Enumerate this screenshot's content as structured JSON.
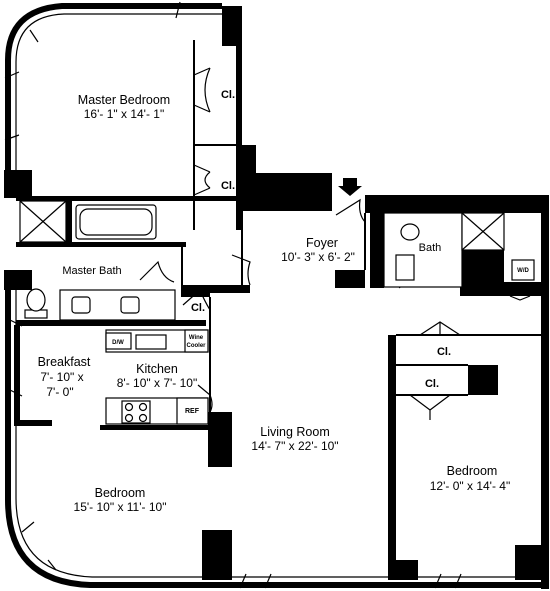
{
  "rooms": {
    "master_bedroom": {
      "name": "Master Bedroom",
      "dims": "16'- 1\" x 14'- 1\""
    },
    "master_bath": {
      "name": "Master Bath"
    },
    "foyer": {
      "name": "Foyer",
      "dims": "10'- 3\" x 6'- 2\""
    },
    "bath": {
      "name": "Bath"
    },
    "breakfast": {
      "name": "Breakfast",
      "dims_line1": "7'- 10\" x",
      "dims_line2": "7'- 0\""
    },
    "kitchen": {
      "name": "Kitchen",
      "dims": "8'- 10\" x 7'- 10\""
    },
    "living_room": {
      "name": "Living Room",
      "dims": "14'- 7\" x 22'- 10\""
    },
    "bedroom_left": {
      "name": "Bedroom",
      "dims": "15'- 10\" x 11'- 10\""
    },
    "bedroom_right": {
      "name": "Bedroom",
      "dims": "12'- 0\" x 14'- 4\""
    }
  },
  "closets": {
    "master_upper": "Cl.",
    "master_lower": "Cl.",
    "bath_closet": "Cl.",
    "right_upper": "Cl.",
    "right_lower": "Cl."
  },
  "fixtures": {
    "dishwasher": "D/W",
    "wine_cooler_line1": "Wine",
    "wine_cooler_line2": "Cooler",
    "refrigerator": "REF",
    "washer_dryer": "W/D"
  }
}
